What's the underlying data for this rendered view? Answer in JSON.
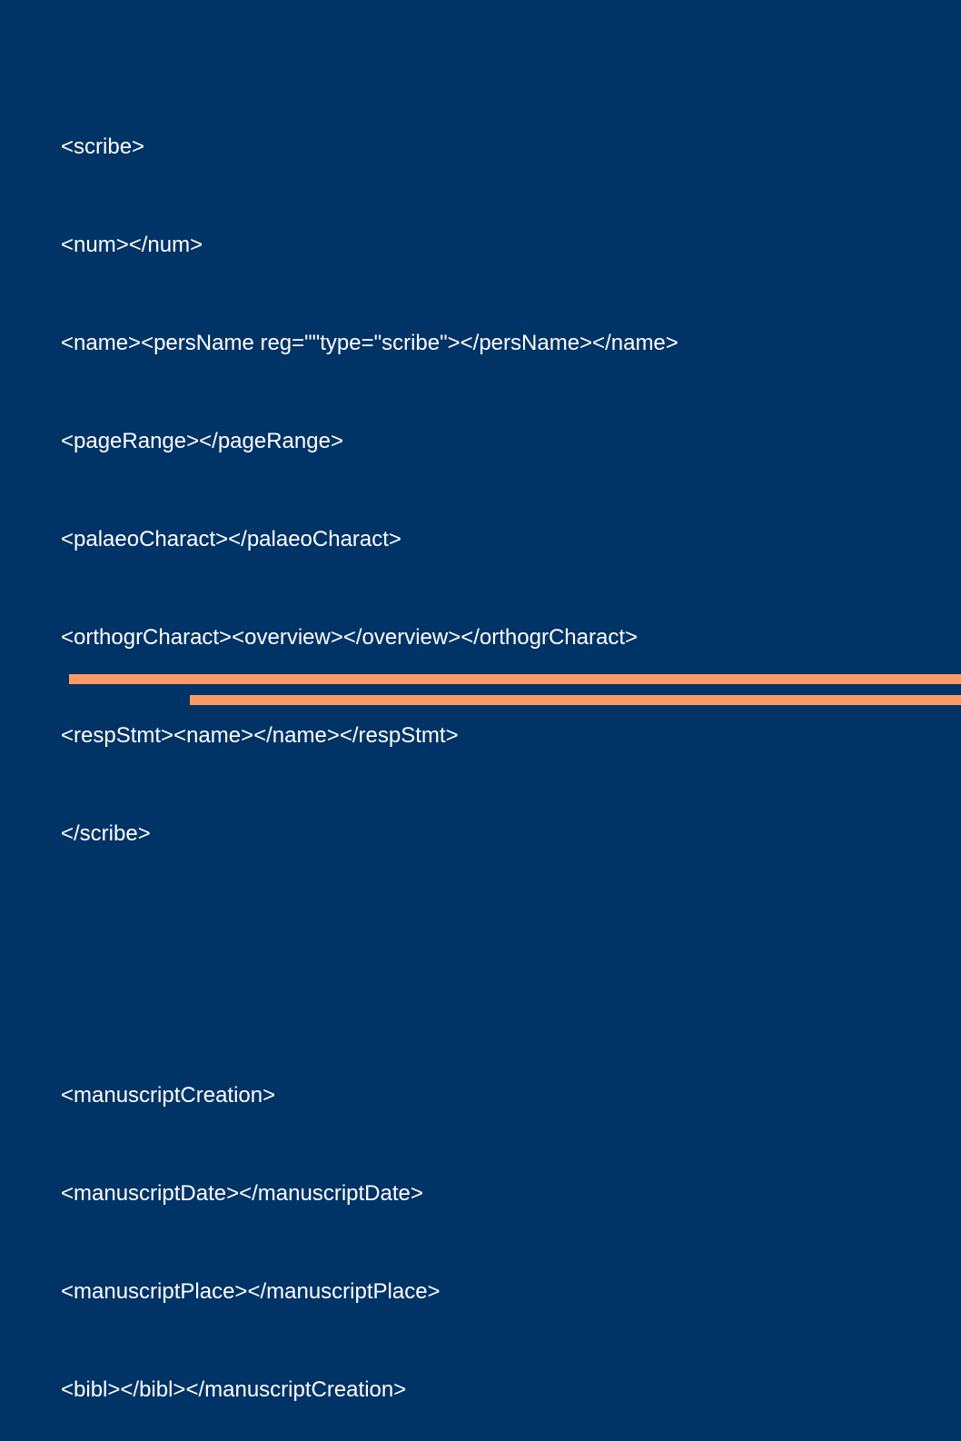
{
  "slide": {
    "group1": [
      "<scribe>",
      "<num></num>",
      "<name><persName reg=\"\"type=\"scribe\"></persName></name>",
      "<pageRange></pageRange>",
      "<palaeoCharact></palaeoCharact>",
      "<orthogrCharact><overview></overview></orthogrCharact>",
      "<respStmt><name></name></respStmt>",
      "</scribe>"
    ],
    "group2": [
      "<manuscriptCreation>",
      "<manuscriptDate></manuscriptDate>",
      "<manuscriptPlace></manuscriptPlace>",
      "<bibl></bibl></manuscriptCreation>"
    ]
  },
  "colors": {
    "background": "#003366",
    "text": "#ffffff",
    "accent": "#ff9966"
  }
}
